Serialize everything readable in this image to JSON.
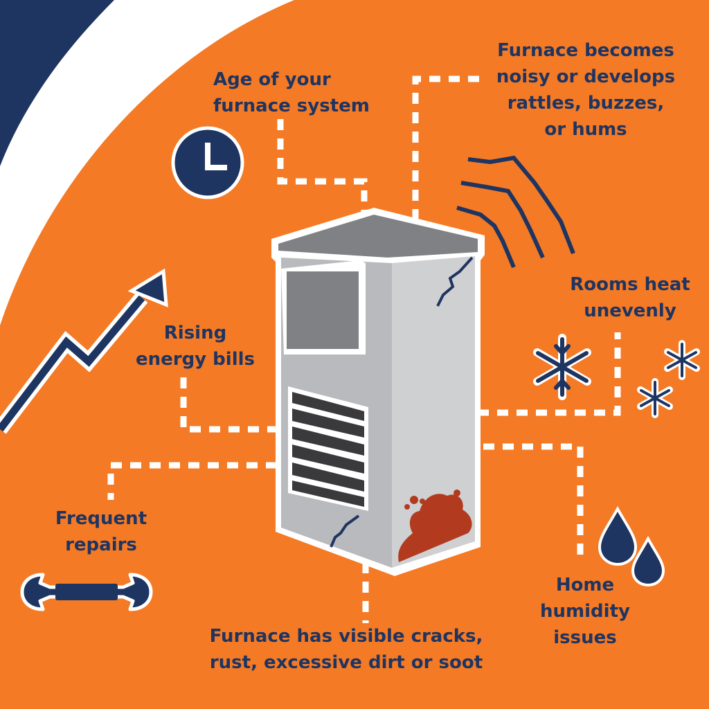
{
  "colors": {
    "background": "#f47a25",
    "navy": "#1e3461",
    "white": "#ffffff",
    "furnace_body": "#b9babd",
    "furnace_side": "#d1d2d4",
    "furnace_panel": "#808184",
    "vent_slats": "#3a3a3c",
    "rust": "#b23b1f"
  },
  "icons": {
    "clock": "clock-icon",
    "trend": "trend-up-arrow-icon",
    "wrench": "wrench-icon",
    "vibration": "vibration-lines-icon",
    "snowflakes": "snowflake-icon",
    "droplets": "water-drop-icon"
  },
  "labels": {
    "age": {
      "line1": "Age of your",
      "line2": "furnace system"
    },
    "noisy": {
      "line1": "Furnace becomes",
      "line2": "noisy or develops",
      "line3": "rattles, buzzes,",
      "line4": "or hums"
    },
    "rooms": {
      "line1": "Rooms heat",
      "line2": "unevenly"
    },
    "rising": {
      "line1": "Rising",
      "line2": "energy bills"
    },
    "repairs": {
      "line1": "Frequent",
      "line2": "repairs"
    },
    "humidity": {
      "line1": "Home",
      "line2": "humidity",
      "line3": "issues"
    },
    "cracks": {
      "line1": "Furnace has visible cracks,",
      "line2": "rust, excessive dirt or soot"
    }
  }
}
